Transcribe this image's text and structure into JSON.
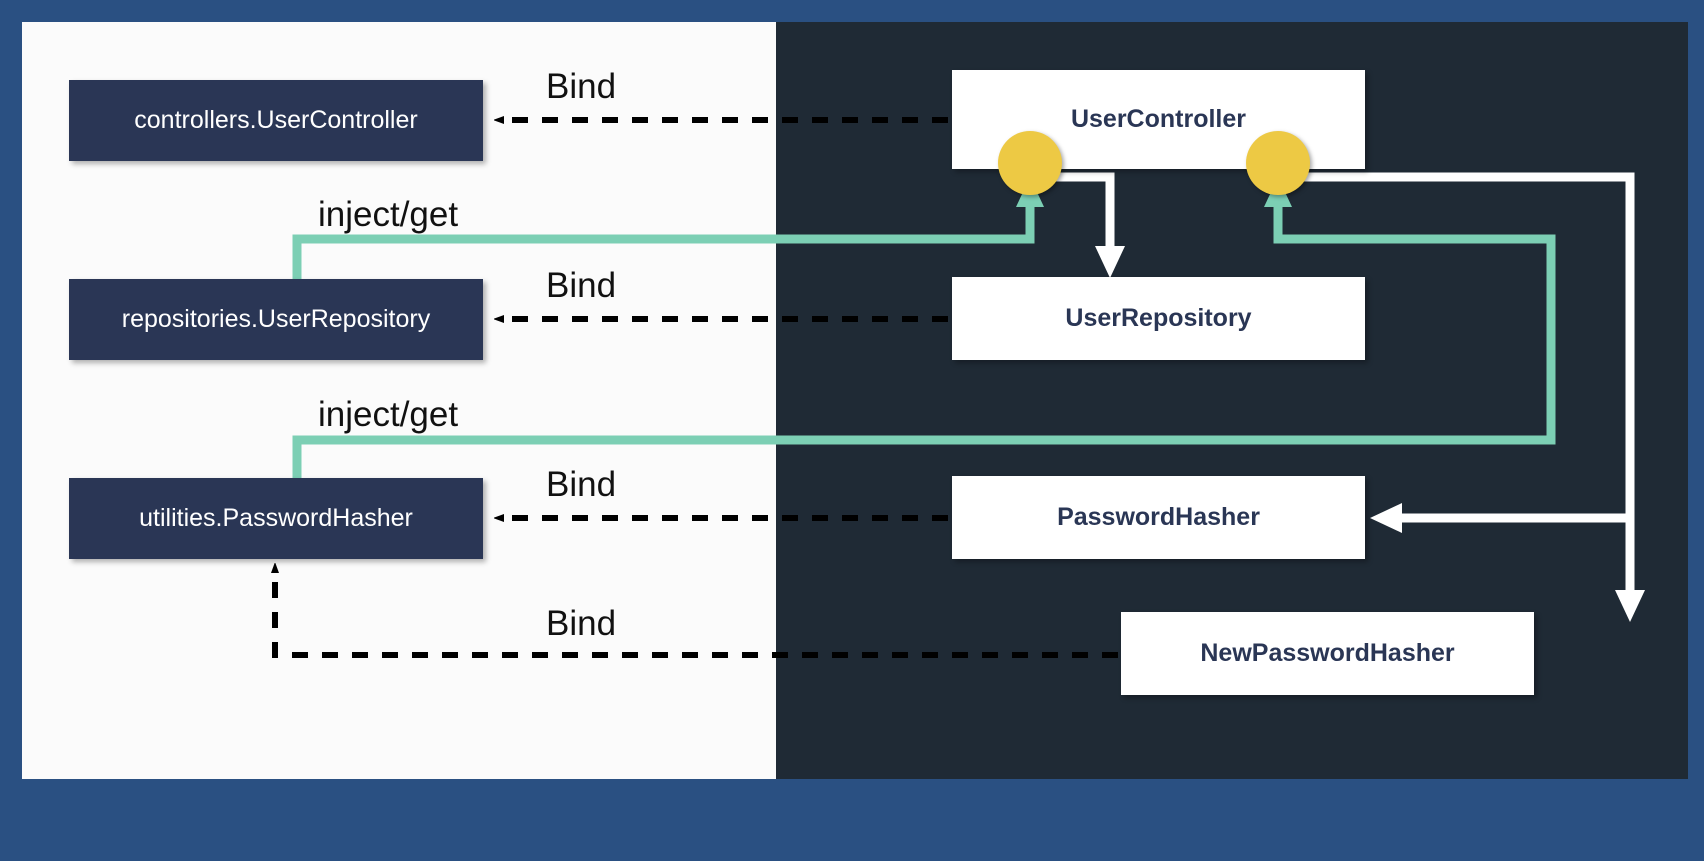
{
  "diagram": {
    "title": "Dependency Injection Binding Diagram",
    "type": "binding-graph",
    "colors": {
      "outer_background": "#2a5082",
      "left_panel_background": "#fbfbfb",
      "right_panel_background": "#1f2a35",
      "dark_node_fill": "#2a3655",
      "light_node_fill": "#ffffff",
      "light_node_text": "#2a3655",
      "inject_edge": "#7ccfb4",
      "bind_edge": "#000000",
      "resolve_edge": "#ffffff",
      "marker_dot": "#edc944"
    }
  },
  "left_panel": {
    "name": "interfaces-panel",
    "nodes": [
      {
        "id": "controllers-usercontroller",
        "label": "controllers.UserController"
      },
      {
        "id": "repositories-userrepository",
        "label": "repositories.UserRepository"
      },
      {
        "id": "utilities-passwordhasher",
        "label": "utilities.PasswordHasher"
      }
    ]
  },
  "right_panel": {
    "name": "implementations-panel",
    "nodes": [
      {
        "id": "usercontroller",
        "label": "UserController"
      },
      {
        "id": "userrepository",
        "label": "UserRepository"
      },
      {
        "id": "passwordhasher",
        "label": "PasswordHasher"
      },
      {
        "id": "newpasswordhasher",
        "label": "NewPasswordHasher"
      }
    ]
  },
  "edges": {
    "bind_label": "Bind",
    "inject_label": "inject/get",
    "bindings": [
      {
        "from": "UserController",
        "to": "controllers.UserController",
        "label": "Bind"
      },
      {
        "from": "UserRepository",
        "to": "repositories.UserRepository",
        "label": "Bind"
      },
      {
        "from": "PasswordHasher",
        "to": "utilities.PasswordHasher",
        "label": "Bind"
      },
      {
        "from": "NewPasswordHasher",
        "to": "utilities.PasswordHasher",
        "label": "Bind"
      }
    ],
    "injections": [
      {
        "from": "repositories.UserRepository",
        "to": "UserController",
        "label": "inject/get"
      },
      {
        "from": "utilities.PasswordHasher",
        "to": "UserController",
        "label": "inject/get"
      }
    ],
    "resolutions": [
      {
        "from": "UserController",
        "to": "UserRepository"
      },
      {
        "from": "UserController",
        "to": "PasswordHasher"
      },
      {
        "from": "UserController",
        "to": "NewPasswordHasher"
      }
    ]
  },
  "labels": {
    "bind_1": "Bind",
    "bind_2": "Bind",
    "bind_3": "Bind",
    "bind_4": "Bind",
    "inject_1": "inject/get",
    "inject_2": "inject/get"
  },
  "markers": [
    {
      "id": "injection-point-1",
      "name": "yellow-dot"
    },
    {
      "id": "injection-point-2",
      "name": "yellow-dot"
    }
  ]
}
